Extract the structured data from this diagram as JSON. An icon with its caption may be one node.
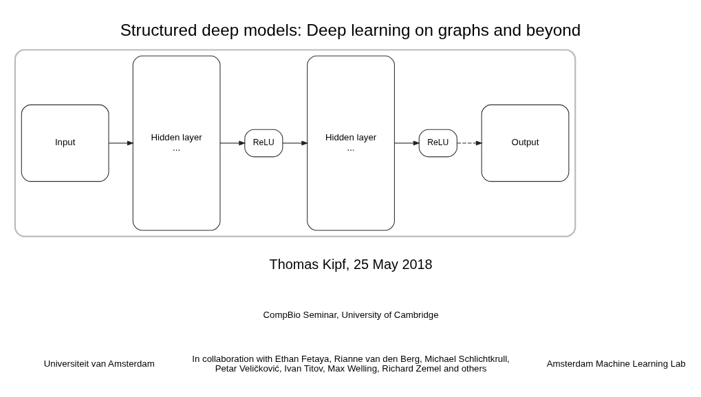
{
  "diagram": {
    "title": "Structured deep models: Deep learning on graphs and beyond",
    "nodes": [
      {
        "text": [],
        "shape": "box"
      },
      {
        "text": [
          "Input"
        ],
        "in": 0
      },
      {
        "text": [
          "Hidden layer",
          "..."
        ],
        "in": 0
      },
      {
        "text": [
          "ReLU"
        ],
        "in": 0
      },
      {
        "text": [
          "Hidden layer",
          "..."
        ],
        "in": 0
      },
      {
        "text": [
          "ReLU"
        ],
        "in": 0
      },
      {
        "text": [
          "Output"
        ],
        "in": 0
      }
    ],
    "edges": [
      {
        "from": 1,
        "to": 2,
        "arrow": "to"
      },
      {
        "from": 2,
        "to": 3,
        "arrow": "to"
      },
      {
        "from": 3,
        "to": 4,
        "arrow": "to"
      },
      {
        "from": 4,
        "to": 5,
        "arrow": "to"
      },
      {
        "from": 5,
        "to": 6,
        "arrow": "to",
        "style": "dashed"
      }
    ],
    "labels": [
      "Thomas Kipf, 25 May 2018",
      "CompBio Seminar, University of Cambridge",
      "In collaboration with Ethan Fetaya, Rianne van den Berg, Michael Schlichtkrull, Petar Veličković, Ivan Titov, Max Welling, Richard Zemel and others",
      "Universiteit van Amsterdam",
      "Amsterdam Machine Learning Lab"
    ]
  }
}
